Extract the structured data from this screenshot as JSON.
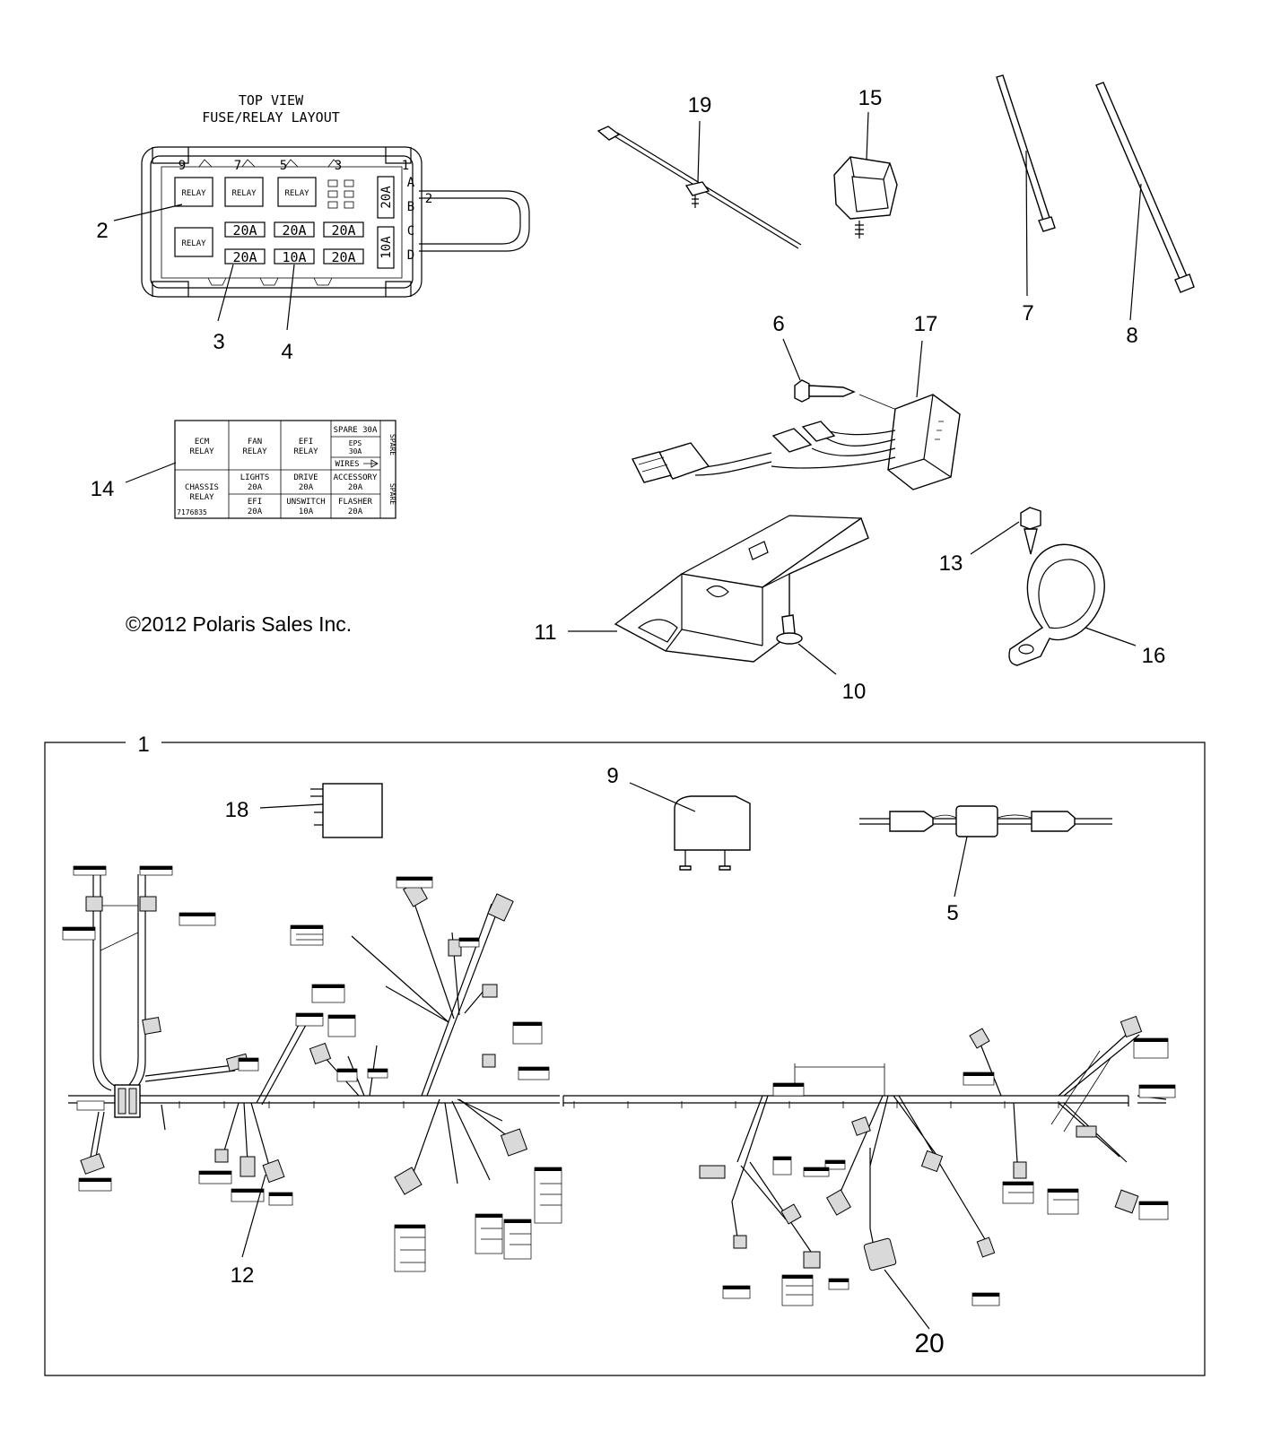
{
  "fuse_box": {
    "title_line1": "TOP VIEW",
    "title_line2": "FUSE/RELAY LAYOUT",
    "column_numbers": [
      "9",
      "7",
      "5",
      "3",
      "1"
    ],
    "row_letters": [
      "A",
      "B",
      "C",
      "D"
    ],
    "side_number": "2",
    "relay_label": "RELAY",
    "fuse_row1": [
      "20A",
      "20A",
      "20A"
    ],
    "fuse_row2": [
      "20A",
      "10A",
      "20A"
    ],
    "side_fuse_top": "20A",
    "side_fuse_bottom": "10A"
  },
  "label_card": {
    "ecm_line1": "ECM",
    "ecm_line2": "RELAY",
    "fan_line1": "FAN",
    "fan_line2": "RELAY",
    "efi_line1": "EFI",
    "efi_line2": "RELAY",
    "spare30": "SPARE 30A",
    "eps_line1": "EPS",
    "eps_line2": "30A",
    "wires": "WIRES",
    "spare_vertical": "SPARE",
    "chassis_line1": "CHASSIS",
    "chassis_line2": "RELAY",
    "lights_line1": "LIGHTS",
    "lights_line2": "20A",
    "drive_line1": "DRIVE",
    "drive_line2": "20A",
    "accessory_line1": "ACCESSORY",
    "accessory_line2": "20A",
    "efi_fuse_line1": "EFI",
    "efi_fuse_line2": "20A",
    "unswitch_line1": "UNSWITCH",
    "unswitch_line2": "10A",
    "flasher_line1": "FLASHER",
    "flasher_line2": "20A",
    "part_number": "7176835"
  },
  "copyright": "©2012 Polaris Sales Inc.",
  "callouts": {
    "c1": "1",
    "c2": "2",
    "c3": "3",
    "c4": "4",
    "c5": "5",
    "c6": "6",
    "c7": "7",
    "c8": "8",
    "c9": "9",
    "c10": "10",
    "c11": "11",
    "c12": "12",
    "c13": "13",
    "c14": "14",
    "c15": "15",
    "c16": "16",
    "c17": "17",
    "c18": "18",
    "c19": "19",
    "c20": "20"
  },
  "colors": {
    "ink": "#000000",
    "paper": "#ffffff",
    "shade": "#d9d9d9"
  }
}
